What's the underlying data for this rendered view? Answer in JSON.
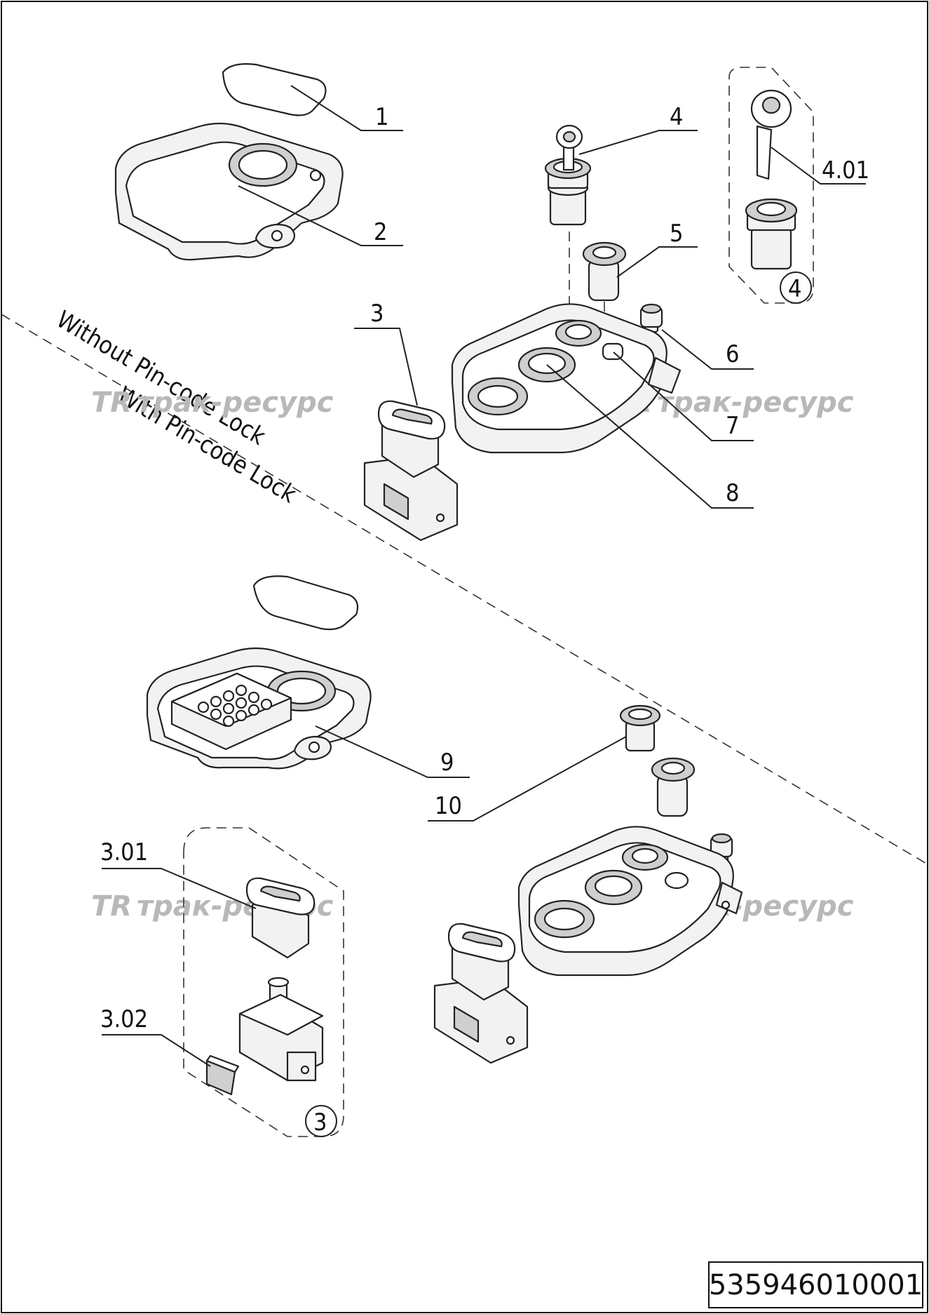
{
  "drawing": {
    "document_number": "535946010001",
    "divider_labels": {
      "above": "Without Pin-code Lock",
      "below": "With Pin-code Lock"
    },
    "watermark": "трак-ресурс",
    "callouts": [
      {
        "id": "c1",
        "label": "1"
      },
      {
        "id": "c2",
        "label": "2"
      },
      {
        "id": "c3",
        "label": "3"
      },
      {
        "id": "c4",
        "label": "4"
      },
      {
        "id": "c4-01",
        "label": "4.01"
      },
      {
        "id": "c4-group",
        "label": "4"
      },
      {
        "id": "c5",
        "label": "5"
      },
      {
        "id": "c6",
        "label": "6"
      },
      {
        "id": "c7",
        "label": "7"
      },
      {
        "id": "c8",
        "label": "8"
      },
      {
        "id": "c9",
        "label": "9"
      },
      {
        "id": "c10",
        "label": "10"
      },
      {
        "id": "c3-01",
        "label": "3.01"
      },
      {
        "id": "c3-02",
        "label": "3.02"
      },
      {
        "id": "c3-group",
        "label": "3"
      }
    ]
  }
}
